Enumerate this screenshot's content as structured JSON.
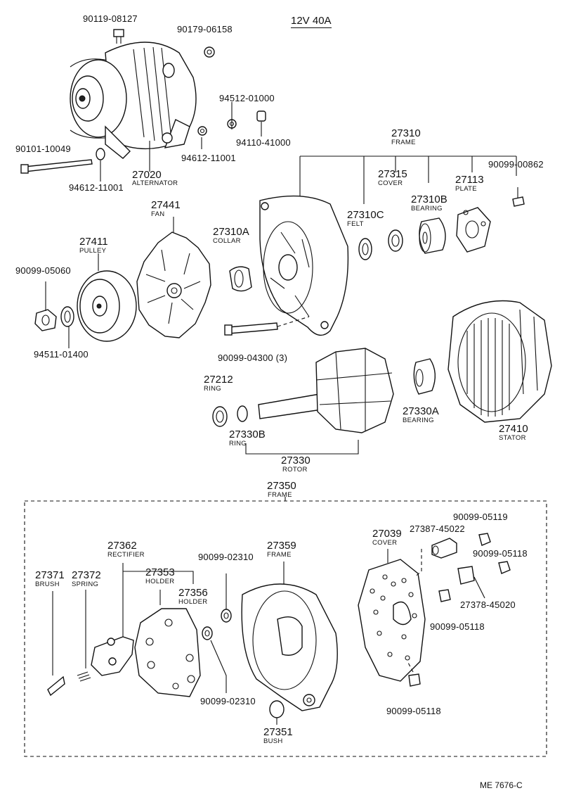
{
  "title": "12V 40A",
  "diagram_code": "ME 7676-C",
  "labels": {
    "p90119": "90119-08127",
    "p90179": "90179-06158",
    "p94512": "94512-01000",
    "p94110": "94110-41000",
    "p94612a": "94612-11001",
    "p90101": "90101-10049",
    "p94612b": "94612-11001",
    "p27020": "27020",
    "n27020": "ALTERNATOR",
    "p27310": "27310",
    "n27310": "FRAME",
    "p27315": "27315",
    "n27315": "COVER",
    "p27310B": "27310B",
    "n27310B": "BEARING",
    "p27113": "27113",
    "n27113": "PLATE",
    "p90099_00862": "90099-00862",
    "p27441": "27441",
    "n27441": "FAN",
    "p27411": "27411",
    "n27411": "PULLEY",
    "p27310A": "27310A",
    "n27310A": "COLLAR",
    "p27310C": "27310C",
    "n27310C": "FELT",
    "p90099_05060": "90099-05060",
    "p94511": "94511-01400",
    "p90099_04300": "90099-04300 (3)",
    "p27212": "27212",
    "n27212": "RING",
    "p27330B": "27330B",
    "n27330B": "RING",
    "p27330A": "27330A",
    "n27330A": "BEARING",
    "p27330": "27330",
    "n27330": "ROTOR",
    "p27410": "27410",
    "n27410": "STATOR",
    "p27350": "27350",
    "n27350": "FRAME",
    "p27362": "27362",
    "n27362": "RECTIFIER",
    "p27371": "27371",
    "n27371": "BRUSH",
    "p27372": "27372",
    "n27372": "SPRING",
    "p27353": "27353",
    "n27353": "HOLDER",
    "p27356": "27356",
    "n27356": "HOLDER",
    "p90099_02310a": "90099-02310",
    "p27359": "27359",
    "n27359": "FRAME",
    "p90099_02310b": "90099-02310",
    "p27351": "27351",
    "n27351": "BUSH",
    "p27039": "27039",
    "n27039": "COVER",
    "p27387": "27387-45022",
    "p90099_05119": "90099-05119",
    "p90099_05118a": "90099-05118",
    "p27378": "27378-45020",
    "p90099_05118b": "90099-05118",
    "p90099_05118c": "90099-05118"
  }
}
